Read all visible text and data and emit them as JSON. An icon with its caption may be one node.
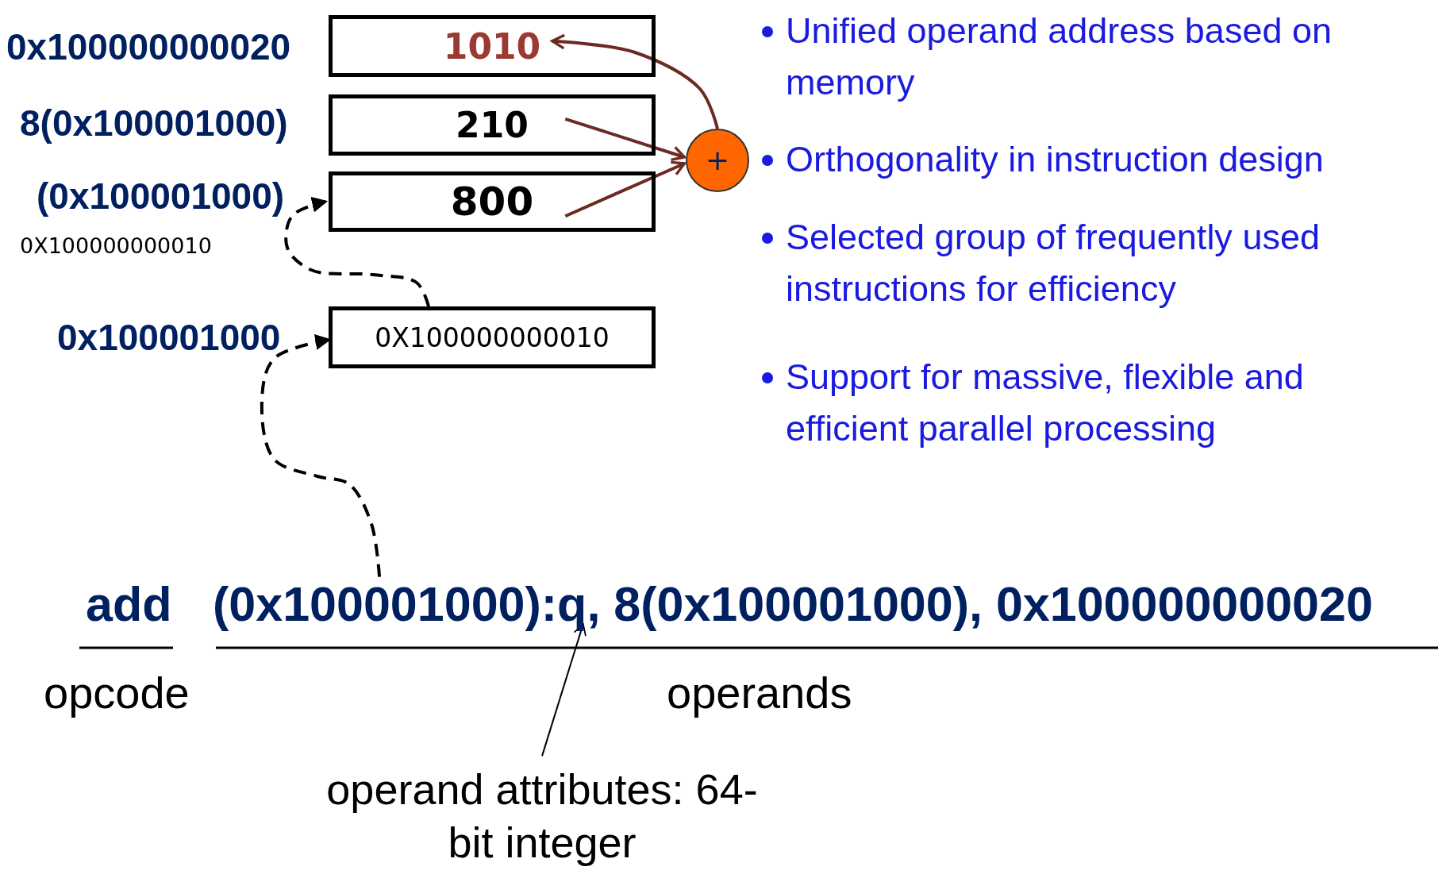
{
  "diagram": {
    "nodes": [
      {
        "text": [
          "1010"
        ]
      },
      {
        "text": [
          "210"
        ]
      },
      {
        "text": [
          "800"
        ]
      },
      {
        "text": [
          "0X100000000010"
        ]
      },
      {
        "text": [
          "+"
        ]
      },
      {
        "text": [
          "(0x100001000):q, 8(0x100001000), 0x100000000020"
        ]
      },
      {
        "text": [
          "operand attributes: 64-bit integer"
        ]
      }
    ],
    "edges": [
      {
        "from": 5,
        "to": 3,
        "arrow": "to",
        "style": "dashed",
        "color": "#000000"
      },
      {
        "from": 3,
        "to": 2,
        "arrow": "to",
        "style": "dashed",
        "color": "#000000"
      },
      {
        "from": 1,
        "to": 4,
        "arrow": "to",
        "color": "#6b2a22"
      },
      {
        "from": 2,
        "to": 4,
        "arrow": "to",
        "color": "#6b2a22"
      },
      {
        "from": 4,
        "to": 0,
        "arrow": "to",
        "color": "#6b2a22"
      },
      {
        "from": 6,
        "to": 5,
        "arrow": "to",
        "color": "#000000"
      }
    ],
    "labels": [
      "0x100000000020",
      "8(0x100001000)",
      "(0x100001000)",
      "0X100000000010",
      "0x100001000",
      "Unified operand address based on memory",
      "Orthogonality in instruction design",
      "Selected group of frequently used instructions for efficiency",
      "Support for massive, flexible and efficient parallel processing",
      "add",
      "opcode",
      "operands"
    ]
  }
}
